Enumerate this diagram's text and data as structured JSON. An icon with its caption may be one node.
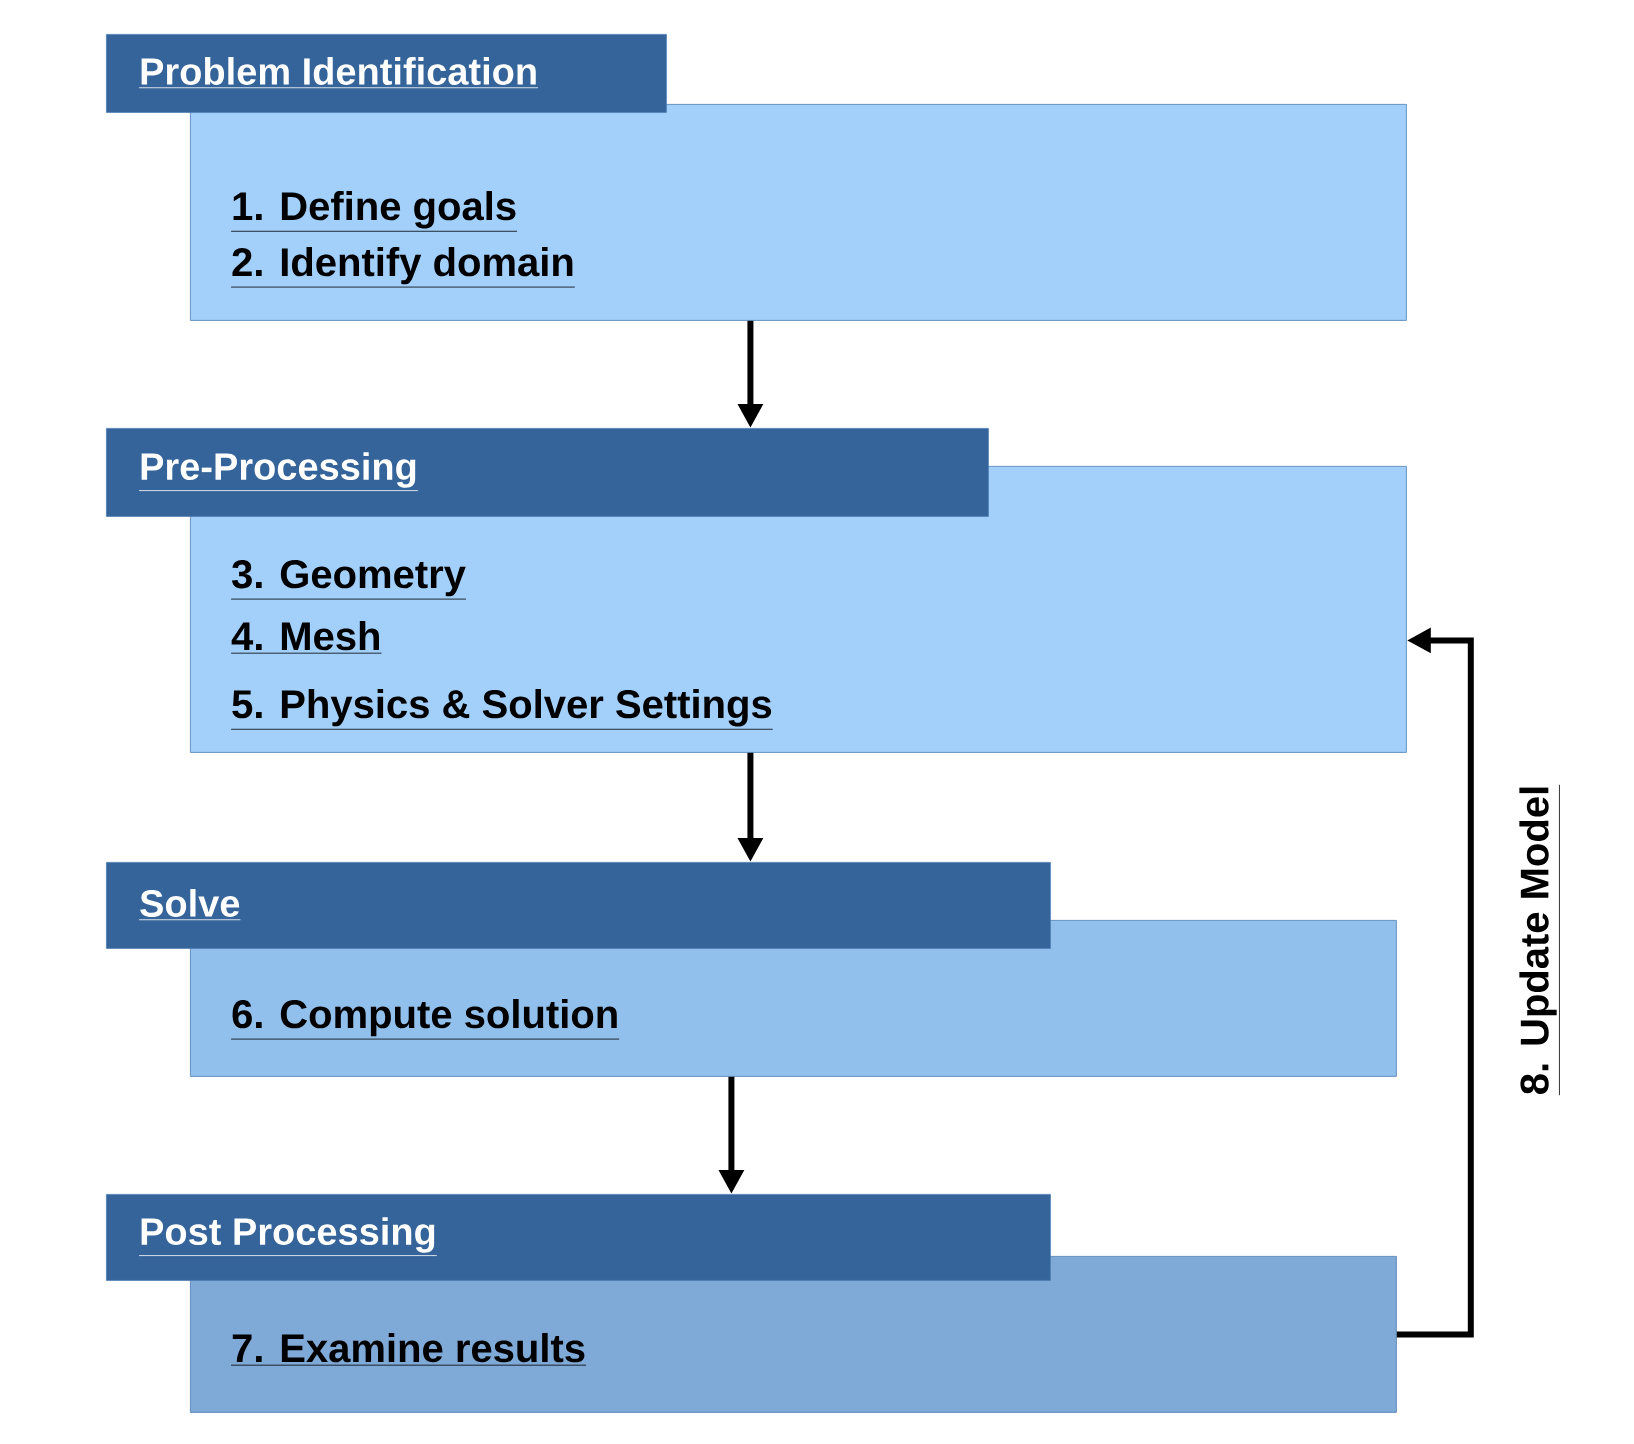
{
  "diagram": {
    "nodes": [
      {
        "text": [
          "Problem Identification"
        ]
      },
      {
        "text": [
          "1. Define goals",
          "2. Identify domain"
        ]
      },
      {
        "text": [
          "Pre-Processing"
        ]
      },
      {
        "text": [
          "3. Geometry",
          "4. Mesh",
          "5. Physics & Solver Settings"
        ]
      },
      {
        "text": [
          "Solve"
        ]
      },
      {
        "text": [
          "6. Compute solution"
        ]
      },
      {
        "text": [
          "Post Processing"
        ]
      },
      {
        "text": [
          "7. Examine results"
        ]
      }
    ],
    "edges": [
      {
        "from": 1,
        "to": 2,
        "arrow": "to"
      },
      {
        "from": 3,
        "to": 4,
        "arrow": "to"
      },
      {
        "from": 5,
        "to": 6,
        "arrow": "to"
      },
      {
        "from": 7,
        "to": 3,
        "arrow": "to",
        "label": "8. Update Model"
      }
    ]
  }
}
